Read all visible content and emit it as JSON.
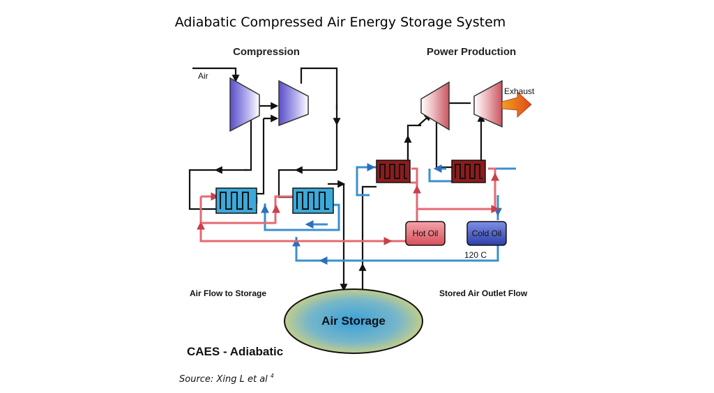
{
  "title": "Adiabatic Compressed Air Energy Storage System",
  "sections": {
    "compression": "Compression",
    "power_production": "Power Production"
  },
  "labels": {
    "air": "Air",
    "exhaust": "Exhaust",
    "hot_oil": "Hot Oil",
    "cold_oil": "Cold Oil",
    "temp": "120 C",
    "air_flow_to_storage": "Air Flow to Storage",
    "stored_air_outlet_flow": "Stored Air Outlet Flow",
    "air_storage": "Air Storage",
    "caes": "CAES - Adiabatic"
  },
  "source": {
    "text": "Source: Xing L et al",
    "ref": "4"
  },
  "colors": {
    "compressor": "#7a6fd6",
    "turbine": "#d77b83",
    "cold_exchanger": "#3ba9d9",
    "hot_exchanger": "#8c1c1c",
    "hot_oil": "#e0646e",
    "cold_oil": "#4a5bc4",
    "cold_line": "#3a8fd0",
    "hot_line": "#e46a72",
    "exhaust": "#e8501a"
  }
}
